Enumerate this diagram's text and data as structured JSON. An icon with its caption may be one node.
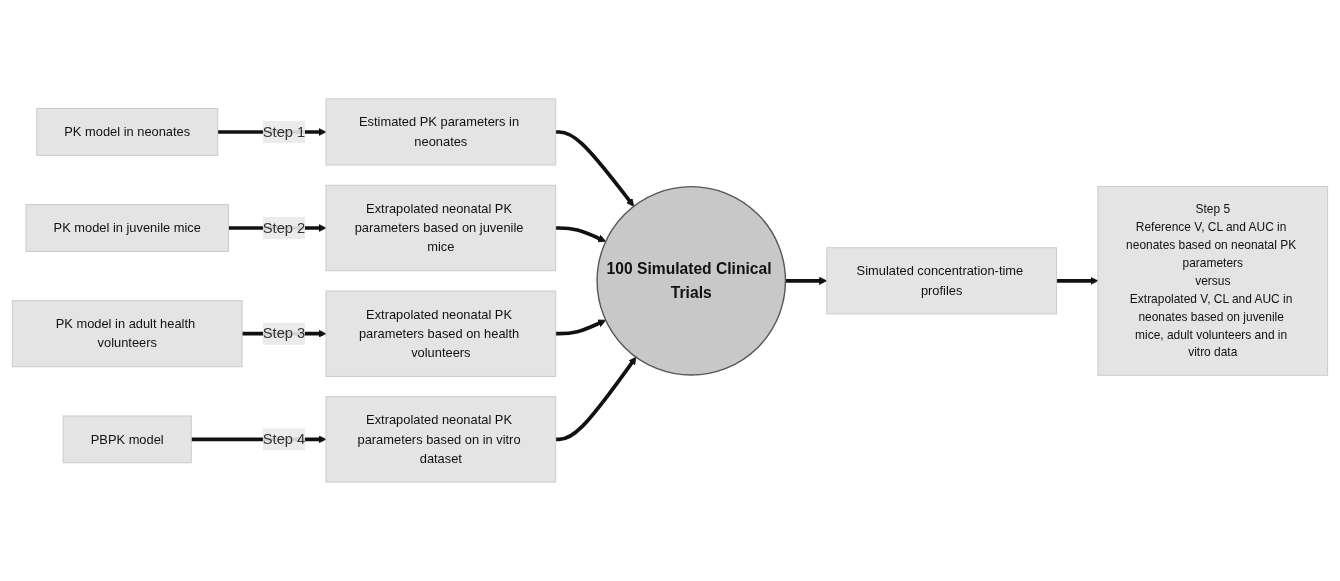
{
  "diagram": {
    "nodes": [
      {
        "text": [
          "PK model in neonates"
        ]
      },
      {
        "text": [
          "Estimated PK parameters in neonates"
        ]
      },
      {
        "text": [
          "PK model in juvenile mice"
        ]
      },
      {
        "text": [
          "Extrapolated neonatal PK parameters based on juvenile mice"
        ]
      },
      {
        "text": [
          "PK model in adult health volunteers"
        ]
      },
      {
        "text": [
          "Extrapolated neonatal PK parameters based on health volunteers"
        ]
      },
      {
        "text": [
          "PBPK model"
        ]
      },
      {
        "text": [
          "Extrapolated neonatal PK parameters based on in vitro dataset"
        ]
      },
      {
        "text": [
          "100 Simulated Clinical Trials"
        ]
      },
      {
        "text": [
          "Simulated concentration-time profiles"
        ]
      },
      {
        "text": [
          "Step 5",
          "Reference V, CL and AUC in neonates based on neonatal PK parameters",
          "versus",
          "Extrapolated V, CL and AUC in neonates based on juvenile mice, adult volunteers and in vitro data"
        ]
      }
    ],
    "edges": [
      {
        "from": 0,
        "to": 1,
        "arrow": "to",
        "label": "Step 1"
      },
      {
        "from": 1,
        "to": 8,
        "arrow": "to"
      },
      {
        "from": 2,
        "to": 3,
        "arrow": "to",
        "label": "Step 2"
      },
      {
        "from": 3,
        "to": 8,
        "arrow": "to"
      },
      {
        "from": 4,
        "to": 5,
        "arrow": "to",
        "label": "Step 3"
      },
      {
        "from": 5,
        "to": 8,
        "arrow": "to"
      },
      {
        "from": 6,
        "to": 7,
        "arrow": "to",
        "label": "Step 4"
      },
      {
        "from": 7,
        "to": 8,
        "arrow": "to"
      },
      {
        "from": 8,
        "to": 9,
        "arrow": "to"
      },
      {
        "from": 9,
        "to": 10,
        "arrow": "to"
      }
    ]
  }
}
